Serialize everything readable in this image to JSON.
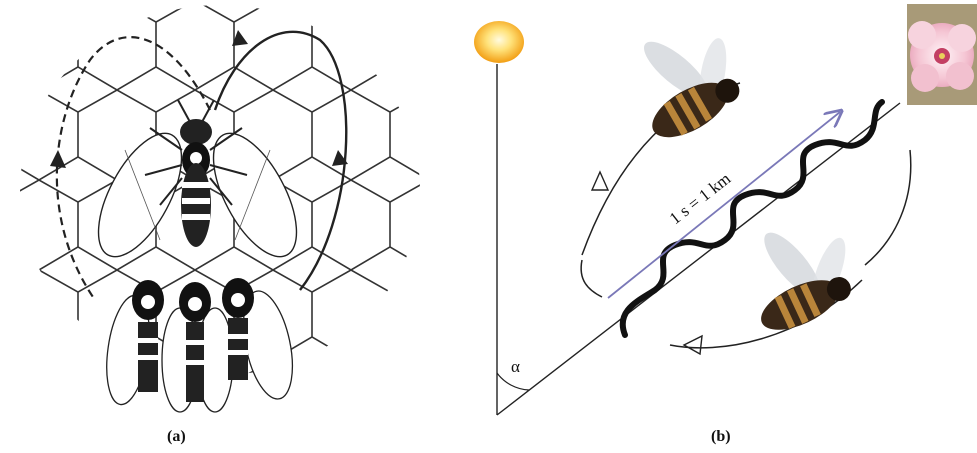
{
  "panel_a": {
    "caption": "(a)"
  },
  "panel_b": {
    "caption": "(b)",
    "speed_label": "1 s = 1 km",
    "angle_label": "α"
  },
  "colors": {
    "line": "#111111",
    "arrow_blue": "#7a78b8",
    "sun_core": "#ffe98a",
    "sun_edge": "#f2a51a",
    "bee_body": "#3a2818",
    "bee_stripe": "#b9853a",
    "flower_pink": "#f3c5d3"
  }
}
